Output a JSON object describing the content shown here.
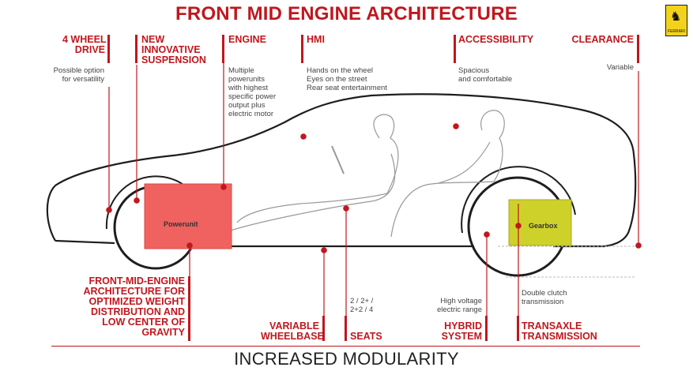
{
  "title": "FRONT MID ENGINE ARCHITECTURE",
  "logo_text": "FERRARI",
  "top_labels": [
    {
      "key": "4wd",
      "label": "4 WHEEL\nDRIVE",
      "desc": "Possible option\nfor versatility"
    },
    {
      "key": "suspension",
      "label": "NEW\nINNOVATIVE\nSUSPENSION",
      "desc": ""
    },
    {
      "key": "engine",
      "label": "ENGINE",
      "desc": "Multiple\npowerunits\nwith highest\nspecific power\noutput plus\nelectric motor"
    },
    {
      "key": "hmi",
      "label": "HMI",
      "desc": "Hands on the wheel\nEyes on the street\nRear seat entertainment"
    },
    {
      "key": "accessibility",
      "label": "ACCESSIBILITY",
      "desc": "Spacious\nand comfortable"
    },
    {
      "key": "clearance",
      "label": "CLEARANCE",
      "desc": "Variable"
    }
  ],
  "bottom_labels": [
    {
      "key": "fme",
      "label": "FRONT-MID-ENGINE\nARCHITECTURE FOR\nOPTIMIZED WEIGHT\nDISTRIBUTION AND\nLOW CENTER OF\nGRAVITY",
      "desc": ""
    },
    {
      "key": "wheelbase",
      "label": "VARIABLE\nWHEELBASE",
      "desc": ""
    },
    {
      "key": "seats",
      "label": "SEATS",
      "desc": "2 / 2+ /\n2+2 / 4"
    },
    {
      "key": "hybrid",
      "label": "HYBRID\nSYSTEM",
      "desc": "High voltage\nelectric range"
    },
    {
      "key": "transaxle",
      "label": "TRANSAXLE\nTRANSMISSION",
      "desc": "Double clutch\ntransmission"
    }
  ],
  "boxes": {
    "powerunit": "Powerunit",
    "gearbox": "Gearbox"
  },
  "colors": {
    "red": "#c0171e",
    "powerunit": "#f0625f",
    "gearbox": "#cfd12b"
  },
  "footer": "INCREASED MODULARITY"
}
